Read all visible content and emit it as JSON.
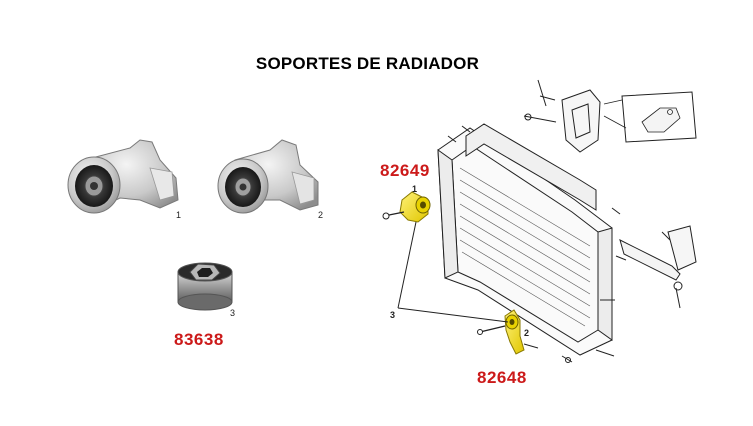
{
  "title": "SOPORTES DE RADIADOR",
  "parts": [
    {
      "index": "1",
      "code": "82649"
    },
    {
      "index": "2",
      "code": "82648"
    },
    {
      "index": "3",
      "code": "83638"
    }
  ],
  "icons": [
    "radiator-mount-part-1",
    "radiator-mount-part-2",
    "bushing-part-3",
    "radiator-exploded-diagram"
  ]
}
